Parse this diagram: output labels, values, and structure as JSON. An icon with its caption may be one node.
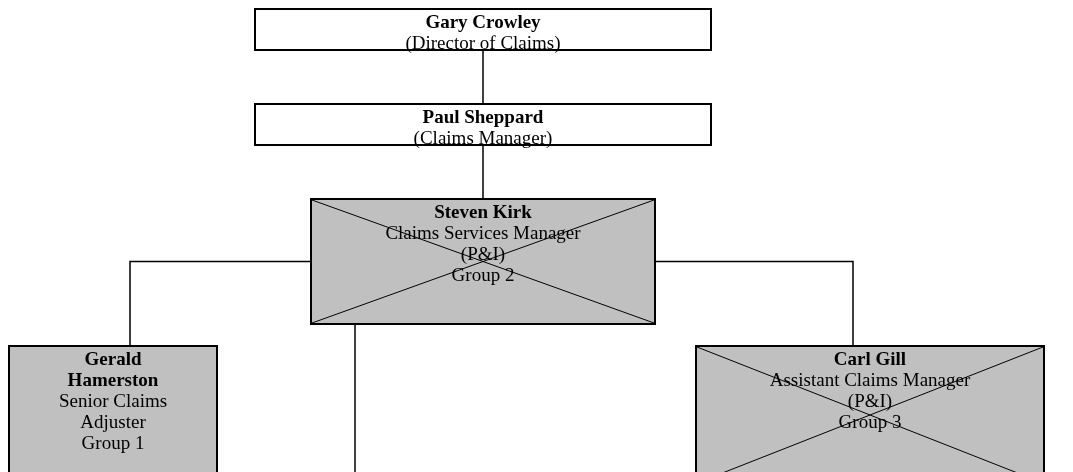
{
  "diagram": {
    "nodes": [
      {
        "text": [
          "Gary Crowley",
          "(Director of Claims)"
        ]
      },
      {
        "text": [
          "Paul Sheppard",
          "(Claims Manager)"
        ]
      },
      {
        "text": [
          "Steven Kirk",
          "Claims Services Manager",
          "(P&I)",
          "Group 2"
        ]
      },
      {
        "text": [
          "Gerald Hamerston",
          "Senior Claims Adjuster",
          "Group 1"
        ]
      },
      {
        "text": [
          "Carl Gill",
          "Assistant Claims Manager",
          "(P&I)",
          "Group 3"
        ]
      }
    ],
    "edges": [
      {
        "from": 0,
        "to": 1,
        "arrow": "none"
      },
      {
        "from": 1,
        "to": 2,
        "arrow": "none"
      },
      {
        "from": 2,
        "to": 3,
        "arrow": "none"
      },
      {
        "from": 2,
        "to": 4,
        "arrow": "none"
      },
      {
        "from": 2,
        "to": null,
        "arrow": "none"
      }
    ]
  }
}
